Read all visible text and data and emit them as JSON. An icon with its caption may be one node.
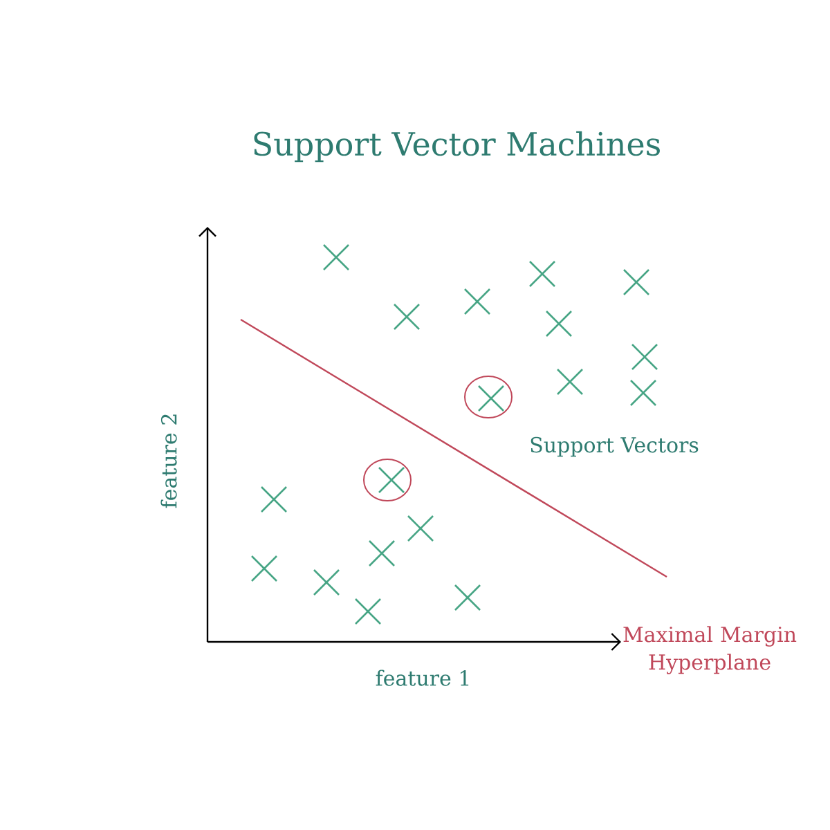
{
  "diagram": {
    "title": "Support Vector Machines",
    "labels": [
      "feature 2",
      "Support Vectors",
      "Maximal Margin Hyperplane",
      "feature 1"
    ]
  }
}
